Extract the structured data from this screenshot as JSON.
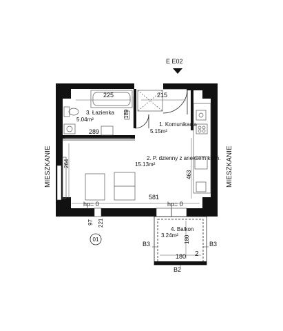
{
  "axis_label": "E E02",
  "adjacent_left": "MIESZKANIE",
  "adjacent_right": "MIESZKANIE",
  "unit_marker": "01",
  "rooms": [
    {
      "label": "3. Łazienka",
      "area": "5.04m²"
    },
    {
      "label": "1. Komunikacja",
      "area": "5.15m²"
    },
    {
      "label": "2. P. dzienny z aneksem kuch.",
      "area": "15.13m²"
    },
    {
      "label": "4. Balkon",
      "area": "3.24m²"
    }
  ],
  "dimensions": {
    "bath_width": "225",
    "comm_width": "215",
    "bath_depth": "189",
    "bath_lower": "289",
    "living_height": "264",
    "kitchen_len": "463",
    "living_width": "581",
    "left_small": "97",
    "left_small2": "221",
    "balcony_depth": "180",
    "balcony_width": "180",
    "balcony_side": "2"
  },
  "levels": {
    "left": "hp= 0",
    "right": "hp= 0"
  },
  "balcony_edges": {
    "left": "B3",
    "right": "B3",
    "bottom": "B2"
  }
}
